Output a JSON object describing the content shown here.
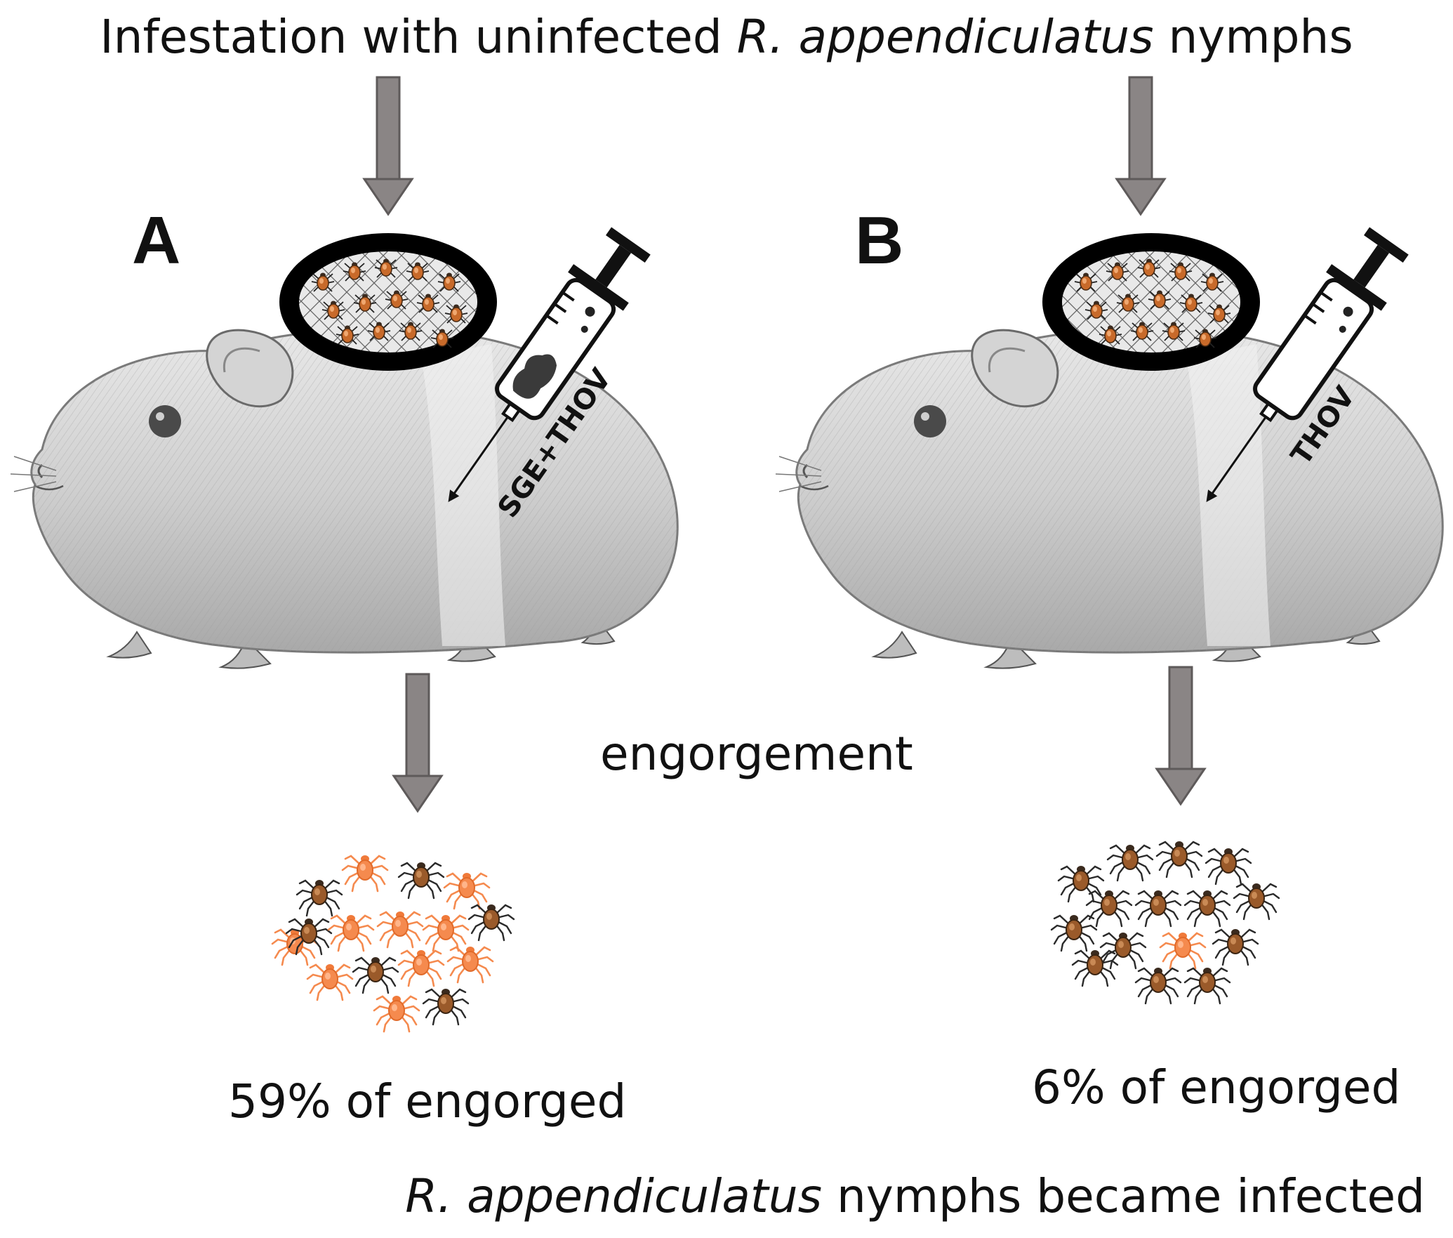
{
  "top_caption": {
    "pre": "Infestation with uninfected ",
    "italic": "R. appendiculatus",
    "post": " nymphs"
  },
  "panels": [
    {
      "letter": "A",
      "syringe_label": "SGE+THOV",
      "result": "59% of engorged"
    },
    {
      "letter": "B",
      "syringe_label": "THOV",
      "result": "6% of engorged"
    }
  ],
  "middle_label": "engorgement",
  "bottom_caption": {
    "italic": "R. appendiculatus",
    "post": " nymphs became infected"
  },
  "colors": {
    "arrow": "#8a8585",
    "arrow_stroke": "#5e5a5a",
    "infected_tick": "#f58a4e",
    "uninfected_tick": "#9a5a2a",
    "guinea_pig": "#c9c9c9"
  }
}
